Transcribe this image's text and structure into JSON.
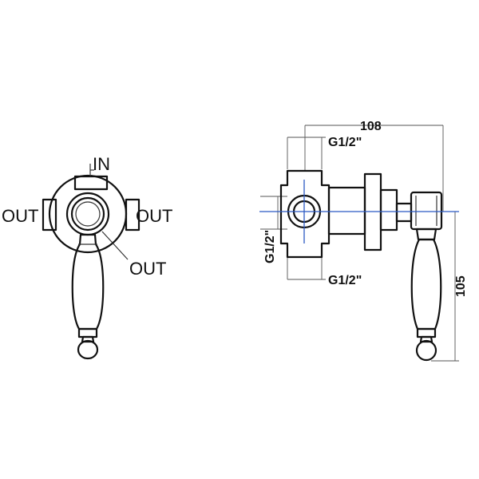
{
  "front_view": {
    "labels": {
      "in_top": "IN",
      "out_left": "OUT",
      "out_right": "OUT",
      "out_bottom": "OUT"
    }
  },
  "side_view": {
    "dimensions": {
      "total_width": "108",
      "top_thread": "G1/2\"",
      "bottom_thread": "G1/2\"",
      "left_thread": "G1/2\"",
      "height": "105"
    }
  },
  "colors": {
    "outline": "#111111",
    "center_axis": "#2b59c3",
    "dimension_line": "#555555"
  }
}
